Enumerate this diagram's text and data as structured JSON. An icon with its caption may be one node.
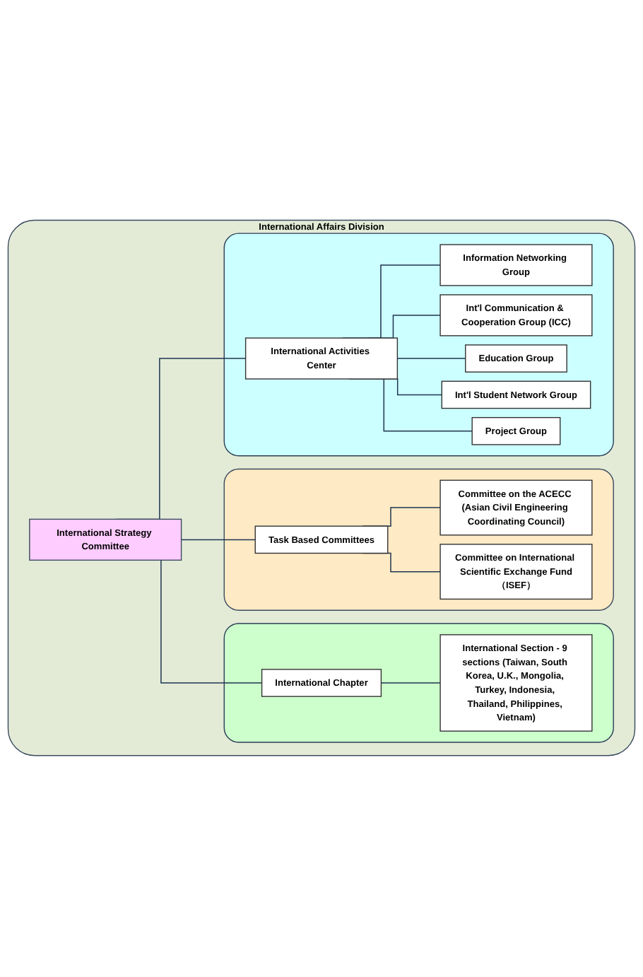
{
  "diagram": {
    "nodes": [
      {
        "text": [
          "International Affairs Division"
        ]
      },
      {
        "text": [
          "International Strategy Committee"
        ],
        "in": 0
      },
      {
        "text": [],
        "shape": "box",
        "in": 0
      },
      {
        "text": [
          "International Activities Center"
        ],
        "in": 2
      },
      {
        "text": [
          "Information Networking Group"
        ],
        "in": 2
      },
      {
        "text": [
          "Int'l Communication & Cooperation Group (ICC)"
        ],
        "in": 2
      },
      {
        "text": [
          "Education Group"
        ],
        "in": 2
      },
      {
        "text": [
          "Int'l Student Network Group"
        ],
        "in": 2
      },
      {
        "text": [
          "Project Group"
        ],
        "in": 2
      },
      {
        "text": [],
        "shape": "box",
        "in": 0
      },
      {
        "text": [
          "Task Based Committees"
        ],
        "in": 9
      },
      {
        "text": [
          "Committee on the ACECC (Asian Civil Engineering Coordinating Council)"
        ],
        "in": 9
      },
      {
        "text": [
          "Committee on International Scientific Exchange Fund（ISEF）"
        ],
        "in": 9
      },
      {
        "text": [],
        "shape": "box",
        "in": 0
      },
      {
        "text": [
          "International Chapter"
        ],
        "in": 13
      },
      {
        "text": [
          "International Section - 9 sections (Taiwan, South Korea, U.K., Mongolia, Turkey, Indonesia, Thailand, Philippines, Vietnam)"
        ],
        "in": 13
      }
    ],
    "edges": [
      {
        "from": 1,
        "to": 3,
        "arrow": "none"
      },
      {
        "from": 1,
        "to": 10,
        "arrow": "none"
      },
      {
        "from": 1,
        "to": 14,
        "arrow": "none"
      },
      {
        "from": 3,
        "to": 4,
        "arrow": "none"
      },
      {
        "from": 3,
        "to": 5,
        "arrow": "none"
      },
      {
        "from": 3,
        "to": 6,
        "arrow": "none"
      },
      {
        "from": 3,
        "to": 7,
        "arrow": "none"
      },
      {
        "from": 3,
        "to": 8,
        "arrow": "none"
      },
      {
        "from": 10,
        "to": 11,
        "arrow": "none"
      },
      {
        "from": 10,
        "to": 12,
        "arrow": "none"
      },
      {
        "from": 14,
        "to": 15,
        "arrow": "none"
      }
    ]
  }
}
